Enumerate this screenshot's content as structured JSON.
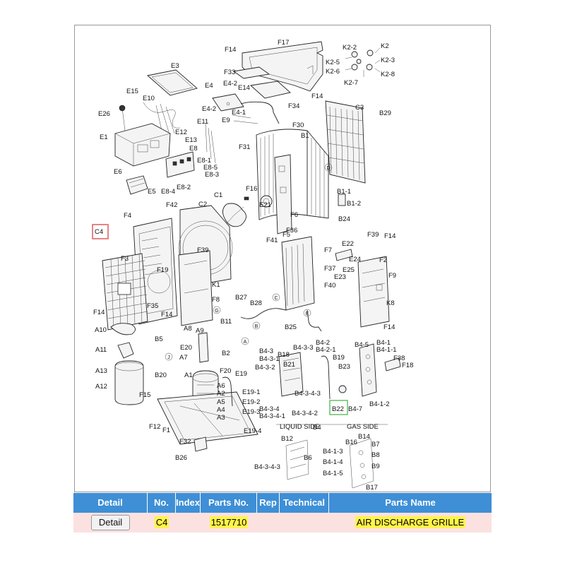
{
  "diagram": {
    "labels": {
      "F14a": "F14",
      "F17": "F17",
      "K2": "K2",
      "K22": "K2-2",
      "K23": "K2-3",
      "K25": "K2-5",
      "K26": "K2-6",
      "K27": "K2-7",
      "K28": "K2-8",
      "E3": "E3",
      "E4": "E4",
      "E42a": "E4-2",
      "E14": "E14",
      "F33": "F33",
      "F14b": "F14",
      "C3": "C3",
      "B29": "B29",
      "E15": "E15",
      "E10": "E10",
      "E26": "E26",
      "E42b": "E4-2",
      "E41": "E4-1",
      "F34": "F34",
      "E11": "E11",
      "E9": "E9",
      "F30": "F30",
      "B1": "B1",
      "E1": "E1",
      "E12": "E12",
      "E13": "E13",
      "E8": "E8",
      "E81": "E8-1",
      "E85": "E8-5",
      "E83": "E8-3",
      "E6": "E6",
      "E5": "E5",
      "E84": "E8-4",
      "E82": "E8-2",
      "F31": "F31",
      "C1": "C1",
      "C2": "C2",
      "F16": "F16",
      "F42": "F42",
      "F4": "F4",
      "E21": "E21",
      "F6": "F6",
      "B11": "B1-1",
      "B12": "B1-2",
      "B24": "B24",
      "C4": "C4",
      "F39a": "F39",
      "F36": "F36",
      "F5": "F5",
      "F41": "F41",
      "F39b": "F39",
      "F14c": "F14",
      "F3": "F3",
      "F19": "F19",
      "E22": "E22",
      "F7": "F7",
      "E24": "E24",
      "F2": "F2",
      "F37": "F37",
      "E25": "E25",
      "E23": "E23",
      "F9": "F9",
      "F40": "F40",
      "K1": "K1",
      "F8": "F8",
      "B27": "B27",
      "B28": "B28",
      "F14d": "F14",
      "F35": "F35",
      "K8": "K8",
      "F14e": "F14",
      "B11b": "B11",
      "B25": "B25",
      "F14f": "F14",
      "A10": "A10",
      "A8": "A8",
      "A9": "A9",
      "B5": "B5",
      "A11": "A11",
      "E20": "E20",
      "A7": "A7",
      "B2": "B2",
      "B43": "B4-3",
      "B431": "B4-3-1",
      "B18": "B18",
      "B433": "B4-3-3",
      "B42": "B4-2",
      "B421": "B4-2-1",
      "B19": "B19",
      "B45": "B4-5",
      "B41": "B4-1",
      "B411": "B4-1-1",
      "F38": "F38",
      "F18": "F18",
      "B21": "B21",
      "B23": "B23",
      "B432": "B4-3-2",
      "A13": "A13",
      "B20": "B20",
      "A1": "A1",
      "F20": "F20",
      "E19": "E19",
      "A12": "A12",
      "A6": "A6",
      "A2": "A2",
      "E191": "E19-1",
      "A5": "A5",
      "B4343": "B4-3-4-3",
      "F15": "F15",
      "E192": "E19-2",
      "A4": "A4",
      "B434": "B4-3-4",
      "E193": "E19-3",
      "A3": "A3",
      "B4341": "B4-3-4-1",
      "B4342": "B4-3-4-2",
      "B22": "B22",
      "B47": "B4-7",
      "B412": "B4-1-2",
      "F12": "F12",
      "F1": "F1",
      "B4": "B4",
      "E194": "E19-4",
      "LIQ": "LIQUID SIDE",
      "GAS": "GAS SIDE",
      "F32": "F32",
      "B12b": "B12",
      "B14": "B14",
      "B16": "B16",
      "B7": "B7",
      "B413": "B4-1-3",
      "B8": "B8",
      "B26": "B26",
      "B6": "B6",
      "B414": "B4-1-4",
      "B9": "B9",
      "B4343b": "B4-3-4-3",
      "B415": "B4-1-5",
      "B17": "B17",
      "cA": "A",
      "cB": "B",
      "cC": "C",
      "cD": "D",
      "cE": "E",
      "cG": "G",
      "cJ": "J"
    },
    "highlight_color": "#e06666",
    "secondary_highlight_color": "#6fc56f"
  },
  "table": {
    "headers": [
      "Detail",
      "No.",
      "Index",
      "Parts No.",
      "Rep",
      "Technical",
      "Parts Name"
    ],
    "row": {
      "detail_button": "Detail",
      "no": "C4",
      "index": "",
      "parts_no": "1517710",
      "rep": "",
      "technical": "",
      "parts_name": "AIR DISCHARGE GRILLE"
    },
    "header_color": "#3e8fd6",
    "row_color": "#fce1e1",
    "highlight_color": "#fff44a"
  }
}
